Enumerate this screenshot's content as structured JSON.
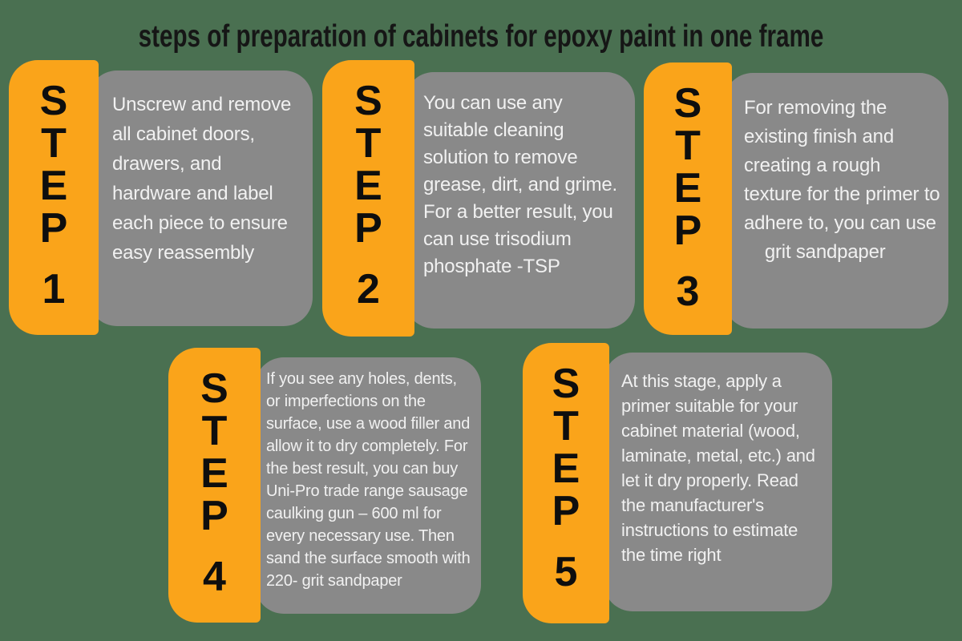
{
  "title": "steps of preparation of cabinets for epoxy paint in one frame",
  "colors": {
    "background": "#4A7051",
    "tab_orange": "#FAA41A",
    "card_gray": "#898989",
    "step_text": "#0E0E0E",
    "body_text": "#F1F1F1",
    "title_text": "#161616"
  },
  "steps": [
    {
      "letters": [
        "S",
        "T",
        "E",
        "P"
      ],
      "number": "1",
      "description": "Unscrew and remove all cabinet doors, drawers, and hardware and label each piece to ensure easy reassembly"
    },
    {
      "letters": [
        "S",
        "T",
        "E",
        "P"
      ],
      "number": "2",
      "description": "You can use any suitable cleaning solution to remove grease, dirt, and grime. For a better result, you can use trisodium phosphate -TSP"
    },
    {
      "letters": [
        "S",
        "T",
        "E",
        "P"
      ],
      "number": "3",
      "description": "For removing the existing finish and creating a rough texture for the primer to adhere to, you can use     grit sandpaper"
    },
    {
      "letters": [
        "S",
        "T",
        "E",
        "P"
      ],
      "number": "4",
      "description": "If you see any holes, dents, or imperfections on the surface, use a wood filler and allow it to dry completely. For the best result, you can buy Uni-Pro trade range sausage caulking gun – 600 ml for every necessary use. Then sand the surface smooth with 220- grit sandpaper"
    },
    {
      "letters": [
        "S",
        "T",
        "E",
        "P"
      ],
      "number": "5",
      "description": "At this stage, apply a primer suitable for your cabinet material (wood, laminate, metal, etc.) and let it dry properly. Read the manufacturer's instructions to estimate the time right"
    }
  ]
}
